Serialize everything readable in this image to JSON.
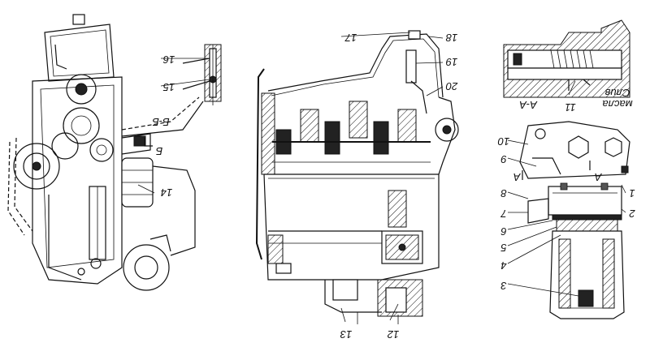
{
  "labels": {
    "c1": "1",
    "c2": "2",
    "c3": "3",
    "c4": "4",
    "c5": "5",
    "c6": "6",
    "c7": "7",
    "c8": "8",
    "c9": "9",
    "c10": "10",
    "c11": "11",
    "c12": "12",
    "c13": "13",
    "c14": "14",
    "c15": "15",
    "c16": "16",
    "c17": "17",
    "c18": "18",
    "c19": "19",
    "c20": "20"
  },
  "section_aa": "А-А",
  "section_bb": "Б-Б",
  "section_marker_a": "А",
  "section_marker_b": "Б",
  "oil_drain_line1": "Слив",
  "oil_drain_line2": "масла"
}
